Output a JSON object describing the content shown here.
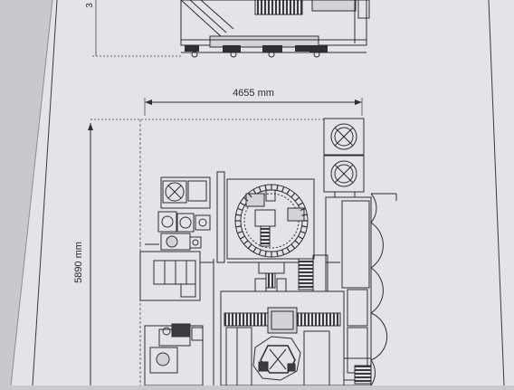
{
  "drawing": {
    "top_dimension_fragment": "3",
    "width_dimension": "4655 mm",
    "depth_dimension": "5890 mm"
  },
  "colors": {
    "paper": "#e4e3e7",
    "background": "#c9c8cc",
    "ink": "#2e2e33",
    "dim_line": "#6a6a70",
    "fill_light": "#d3d2d7",
    "fill_dark": "#3a3a40"
  }
}
